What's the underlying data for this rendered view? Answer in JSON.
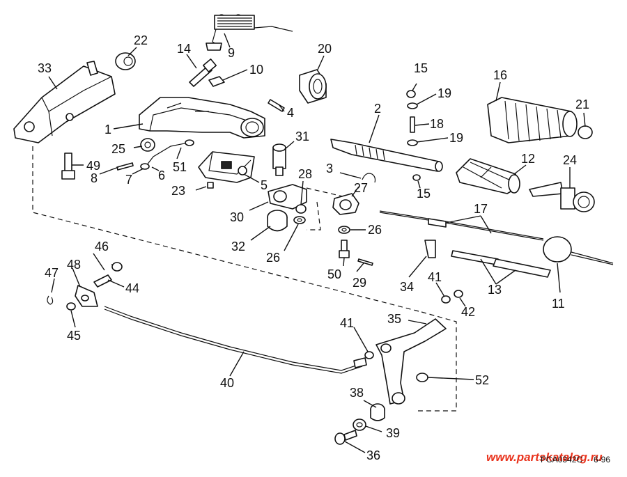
{
  "diagram": {
    "callouts": [
      "1",
      "2",
      "3",
      "4",
      "5",
      "6",
      "7",
      "8",
      "9",
      "10",
      "11",
      "12",
      "13",
      "14",
      "15",
      "15",
      "16",
      "17",
      "18",
      "19",
      "19",
      "20",
      "21",
      "22",
      "23",
      "24",
      "25",
      "26",
      "26",
      "27",
      "28",
      "29",
      "30",
      "31",
      "32",
      "33",
      "34",
      "35",
      "36",
      "38",
      "39",
      "40",
      "41",
      "41",
      "42",
      "44",
      "45",
      "46",
      "47",
      "48",
      "49",
      "50",
      "51",
      "52"
    ],
    "figure_code": "PCA0342C",
    "figure_date": "6-96",
    "watermark": "www.partskatalog.ru"
  }
}
